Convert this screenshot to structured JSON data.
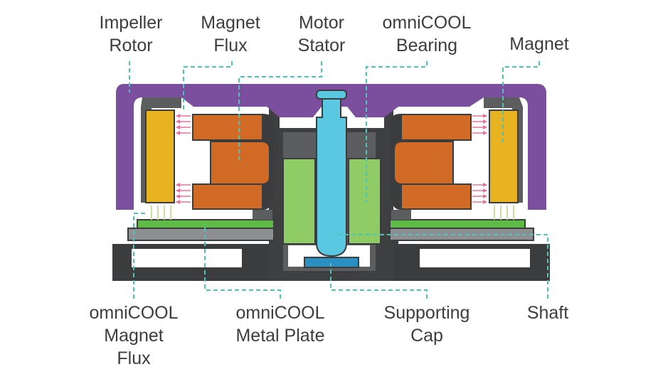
{
  "labels": {
    "impeller_rotor": [
      "Impeller",
      "Rotor"
    ],
    "magnet_flux": [
      "Magnet",
      "Flux"
    ],
    "motor_stator": [
      "Motor",
      "Stator"
    ],
    "omnicool_bearing": [
      "omniCOOL",
      "Bearing"
    ],
    "magnet": [
      "Magnet"
    ],
    "omnicool_magnet_flux": [
      "omniCOOL",
      "Magnet",
      "Flux"
    ],
    "omnicool_metal_plate": [
      "omniCOOL",
      "Metal Plate"
    ],
    "supporting_cap": [
      "Supporting",
      "Cap"
    ],
    "shaft": [
      "Shaft"
    ]
  },
  "colors": {
    "rotor_purple": "#7b4f9e",
    "magnet_yellow": "#e8b320",
    "stator_orange": "#d06a25",
    "stator_dark": "#3d3f41",
    "bearing_green": "#8fcc66",
    "shaft_blue": "#5ac8e0",
    "cap_blue": "#2a8fc2",
    "base_dark": "#3a3c3e",
    "plate_grey": "#8d8f91",
    "plate_green": "#5dbb46",
    "leader_teal": "#4fc3b8",
    "flux_arrows": "#e8729a",
    "label_text": "#3d3d3d"
  }
}
